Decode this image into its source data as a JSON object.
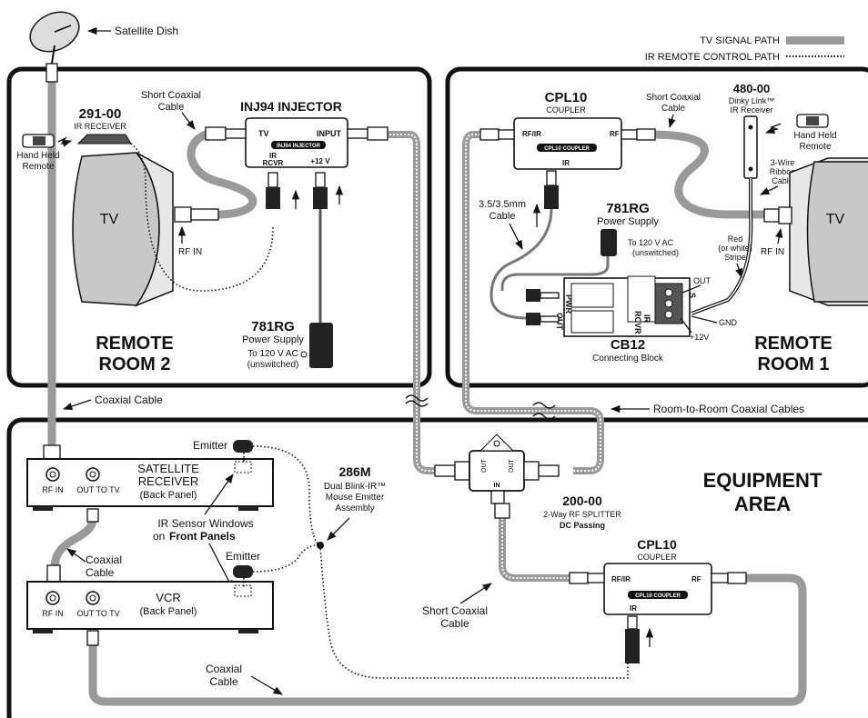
{
  "legend": {
    "tv_signal_path": "TV SIGNAL PATH",
    "ir_remote_control_path": "IR REMOTE CONTROL PATH"
  },
  "top": {
    "satellite_dish": "Satellite Dish",
    "coaxial_cable": "Coaxial Cable"
  },
  "remote_room_2": {
    "title_line1": "REMOTE",
    "title_line2": "ROOM 2",
    "ir_receiver_model": "291-00",
    "ir_receiver_label": "IR RECEIVER",
    "hand_held_line1": "Hand Held",
    "hand_held_line2": "Remote",
    "tv": "TV",
    "rf_in": "RF IN",
    "short_coax_line1": "Short Coaxial",
    "short_coax_line2": "Cable",
    "injector_title": "INJ94 INJECTOR",
    "injector_badge": "INJ94 INJECTOR",
    "port_tv": "TV",
    "port_input": "INPUT",
    "port_ir_line1": "IR",
    "port_ir_line2": "RCVR",
    "port_12v": "+12 V",
    "power_model": "781RG",
    "power_label": "Power Supply",
    "power_ac_line1": "To 120 V AC",
    "power_ac_line2": "(unswitched)"
  },
  "remote_room_1": {
    "title_line1": "REMOTE",
    "title_line2": "ROOM 1",
    "coupler_model": "CPL10",
    "coupler_label": "COUPLER",
    "coupler_badge": "CPL10 COUPLER",
    "port_rfir": "RF/IR",
    "port_rf": "RF",
    "port_ir": "IR",
    "short_coax_line1": "Short Coaxial",
    "short_coax_line2": "Cable",
    "dinky_model": "480-00",
    "dinky_line1": "Dinky Link™",
    "dinky_line2": "IR Receiver",
    "hand_held_line1": "Hand Held",
    "hand_held_line2": "Remote",
    "ribbon_line1": "3-Wire",
    "ribbon_line2": "Ribbon",
    "ribbon_line3": "Cable",
    "tv": "TV",
    "rf_in": "RF IN",
    "cable35_line1": "3.5/3.5mm",
    "cable35_line2": "Cable",
    "power_model": "781RG",
    "power_label": "Power Supply",
    "power_ac_line1": "To 120 V AC",
    "power_ac_line2": "(unswitched)",
    "stripe_line1": "Red",
    "stripe_line2": "(or white)",
    "stripe_line3": "Stripe",
    "cb_model": "CB12",
    "cb_label": "Connecting Block",
    "cb_pwr": "PWR",
    "cb_out": "OUT",
    "cb_ir": "IR",
    "cb_rcvr": "RCVR",
    "cb_s": "S",
    "wire_out": "OUT",
    "wire_gnd": "GND",
    "wire_12v": "+12V"
  },
  "equipment_area": {
    "title_line1": "EQUIPMENT",
    "title_line2": "AREA",
    "room_to_room": "Room-to-Room Coaxial Cables",
    "emitter": "Emitter",
    "sat_line1": "SATELLITE",
    "sat_line2": "RECEIVER",
    "sat_line3": "(Back Panel)",
    "rf_in": "RF IN",
    "out_to_tv": "OUT TO TV",
    "ir_sensor_line1": "IR Sensor Windows",
    "ir_sensor_line2_pre": "on",
    "ir_sensor_line2_bold": "Front Panels",
    "coax_line1": "Coaxial",
    "coax_line2": "Cable",
    "vcr_line1": "VCR",
    "vcr_line2": "(Back Panel)",
    "mouse_model": "286M",
    "mouse_line1": "Dual Blink-IR™",
    "mouse_line2": "Mouse Emitter",
    "mouse_line3": "Assembly",
    "splitter_model": "200-00",
    "splitter_label": "2-Way RF SPLITTER",
    "splitter_dc": "DC Passing",
    "splitter_out": "OUT",
    "splitter_in": "IN",
    "coupler_model": "CPL10",
    "coupler_label": "COUPLER",
    "coupler_badge": "CPL10 COUPLER",
    "port_rfir": "RF/IR",
    "port_rf": "RF",
    "port_ir": "IR",
    "short_coax_line1": "Short Coaxial",
    "short_coax_line2": "Cable",
    "bottom_coax_line1": "Coaxial",
    "bottom_coax_line2": "Cable"
  }
}
